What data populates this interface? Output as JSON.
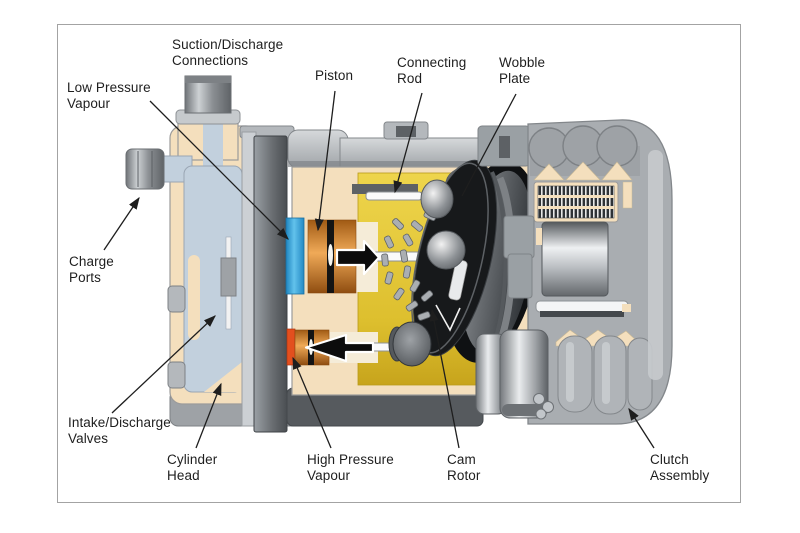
{
  "diagram": {
    "type": "cutaway-technical-diagram",
    "subject": "Automotive air-conditioning wobble-plate compressor cutaway",
    "labels": {
      "suction_discharge_connections": {
        "text": "Suction/Discharge\nConnections"
      },
      "low_pressure_vapour": {
        "text": "Low Pressure\nVapour"
      },
      "piston": {
        "text": "Piston"
      },
      "connecting_rod": {
        "text": "Connecting\nRod"
      },
      "wobble_plate": {
        "text": "Wobble\nPlate"
      },
      "charge_ports": {
        "text": "Charge\nPorts"
      },
      "intake_discharge_valves": {
        "text": "Intake/Discharge\nValves"
      },
      "cylinder_head": {
        "text": "Cylinder\nHead"
      },
      "high_pressure_vapour": {
        "text": "High Pressure\nVapour"
      },
      "cam_rotor": {
        "text": "Cam\nRotor"
      },
      "clutch_assembly": {
        "text": "Clutch\nAssembly"
      }
    },
    "palette": {
      "background": "#ffffff",
      "frame_border": "#a3a3a3",
      "housing_beige": "#f4dfbd",
      "cylinder_head_blue_gray": "#c2d0dd",
      "low_pressure_blue": "#2e9ed8",
      "high_pressure_red": "#e34f1e",
      "piston_orange": "#e79a44",
      "oil_yellow": "#e6c832",
      "metal_gray": "#a9adb1",
      "valve_plate_dark_gray": "#54585c",
      "wobble_plate_black": "#17191b",
      "label_text": "#1e1e1e"
    }
  }
}
